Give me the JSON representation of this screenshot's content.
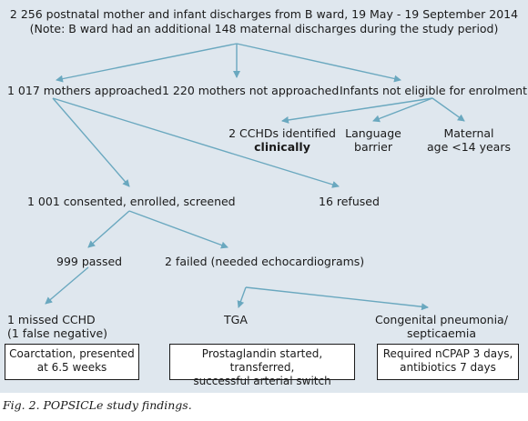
{
  "diagram": {
    "top": {
      "line1": "2 256 postnatal mother and infant discharges from B ward, 19 May - 19 September 2014",
      "line2": "(Note: B ward had an additional 148 maternal discharges during the study period)"
    },
    "approached": "1 017 mothers approached",
    "not_approached": "1 220 mothers not approached",
    "not_eligible": "Infants not eligible for enrolment",
    "cchd_line1": "2 CCHDs identified",
    "cchd_line2": "clinically",
    "language_line1": "Language",
    "language_line2": "barrier",
    "maternal_line1": "Maternal",
    "maternal_line2": "age <14 years",
    "consented": "1 001 consented, enrolled, screened",
    "refused": "16 refused",
    "passed": "999 passed",
    "failed": "2 failed (needed echocardiograms)",
    "missed_line1": "1 missed CCHD",
    "missed_line2": "(1 false negative)",
    "tga": "TGA",
    "pneumonia_line1": "Congenital pneumonia/",
    "pneumonia_line2": "septicaemia",
    "box_coarctation_line1": "Coarctation, presented",
    "box_coarctation_line2": "at 6.5 weeks",
    "box_tga_line1": "Prostaglandin started, transferred,",
    "box_tga_line2": "successful arterial switch",
    "box_pneumonia_line1": "Required nCPAP 3 days,",
    "box_pneumonia_line2": "antibiotics 7 days"
  },
  "caption": "Fig. 2. POPSICLe study findings.",
  "colors": {
    "arrow": "#6aa8bf",
    "panel": "#dfe7ee"
  }
}
